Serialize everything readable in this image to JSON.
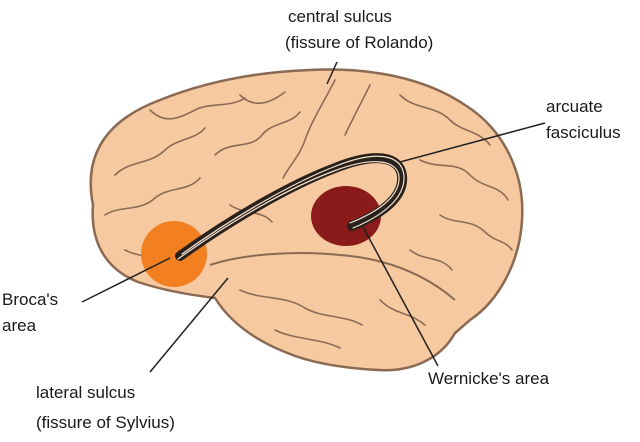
{
  "labels": {
    "central_sulcus": {
      "line1": "central sulcus",
      "line2": "(fissure of Rolando)"
    },
    "arcuate_fasciculus": {
      "line1": "arcuate",
      "line2": "fasciculus"
    },
    "brocas_area": {
      "line1": "Broca's",
      "line2": "area"
    },
    "lateral_sulcus": {
      "line1": "lateral sulcus",
      "line2": "(fissure of Sylvius)"
    },
    "wernickes_area": {
      "line1": "Wernicke's area"
    }
  },
  "colors": {
    "brain_fill": "#f7c9a0",
    "brain_outline": "#8a6a52",
    "gyri_lines": "#8d6b55",
    "brocas_area": "#f28020",
    "wernickes_area": "#8b1a1a",
    "arcuate_fasciculus": "#2b211b",
    "leader_lines": "#222222"
  }
}
